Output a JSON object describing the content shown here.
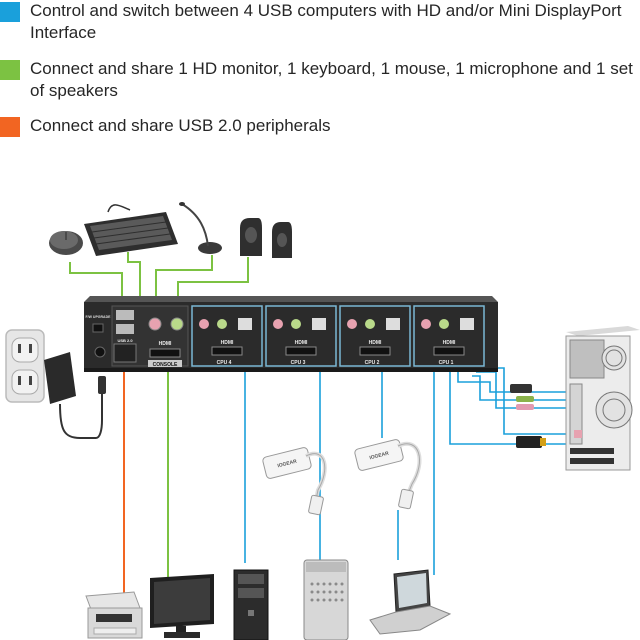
{
  "legend": {
    "items": [
      {
        "text": "Control and switch between 4 USB computers with HD and/or Mini DisplayPort Interface",
        "color": "#1aa0db"
      },
      {
        "text": "Connect and share 1 HD monitor, 1 keyboard, 1 mouse, 1 microphone and 1 set of speakers",
        "color": "#7cc242"
      },
      {
        "text": "Connect and share USB 2.0 peripherals",
        "color": "#f26522"
      }
    ]
  },
  "kvm": {
    "console_panel": {
      "usb_label": "USB 2.0",
      "hdmi_label": "HDMI",
      "console_label": "CONSOLE",
      "fw_label": "F/W UPGRADE"
    },
    "ports": [
      {
        "hdmi_label": "HDMI",
        "cpu_label": "CPU 4"
      },
      {
        "hdmi_label": "HDMI",
        "cpu_label": "CPU 3"
      },
      {
        "hdmi_label": "HDMI",
        "cpu_label": "CPU 2"
      },
      {
        "hdmi_label": "HDMI",
        "cpu_label": "CPU 1"
      }
    ]
  },
  "adapters": {
    "brand_label": "IOGEAR"
  },
  "icons": [
    "mouse-icon",
    "keyboard-icon",
    "microphone-icon",
    "speakers-icon",
    "wall-outlet-icon",
    "power-adapter-icon",
    "desktop-tower-icon",
    "printer-icon",
    "monitor-icon",
    "pc-tower-icon",
    "mac-pro-icon",
    "laptop-icon",
    "minidp-adapter-icon"
  ],
  "colors": {
    "cpu_line": "#1aa0db",
    "console_line": "#7cc242",
    "usb_line": "#f26522",
    "kvm_body": "#2b2b2b"
  }
}
